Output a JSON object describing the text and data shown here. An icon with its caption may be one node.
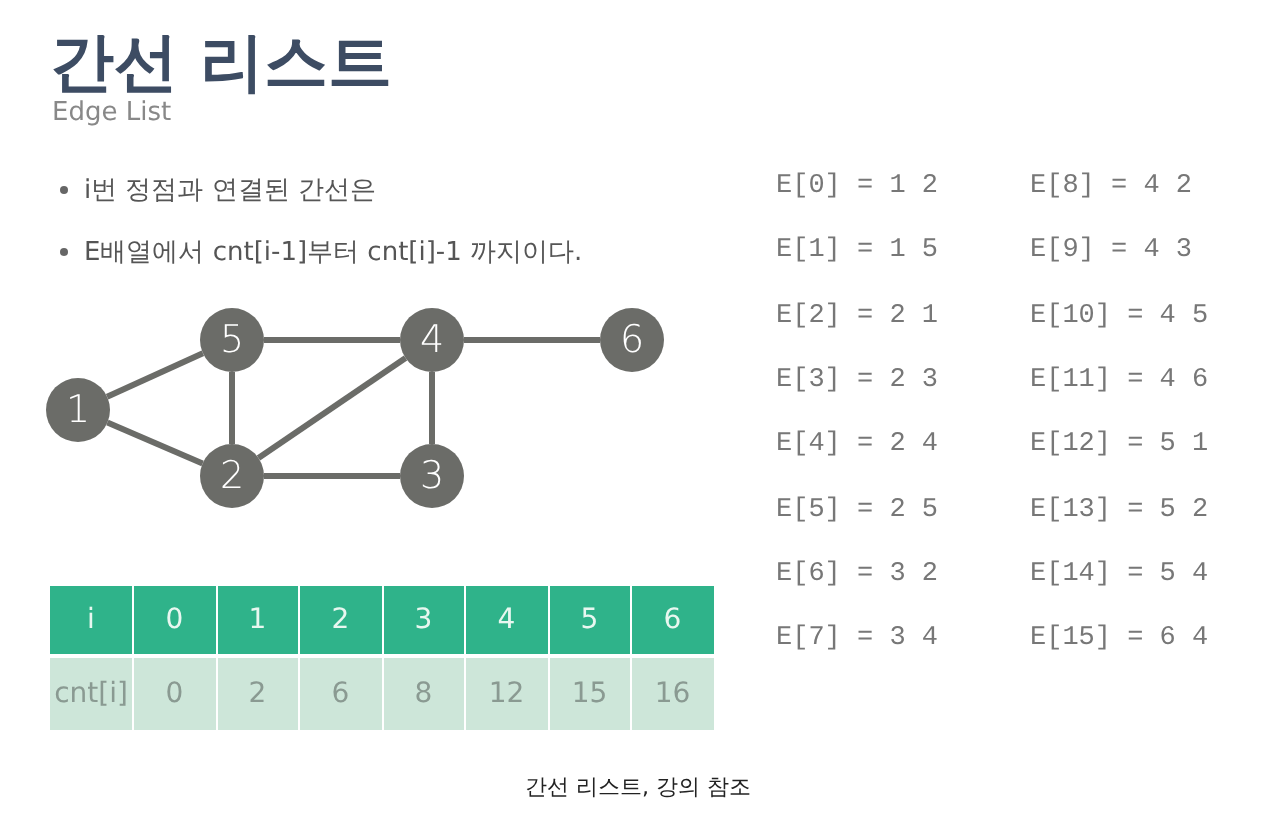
{
  "diagram": {
    "title": "간선 리스트",
    "caption": "간선 리스트, 강의 참조",
    "nodes": [
      {
        "text": [
          "5"
        ]
      },
      {
        "text": [
          "4"
        ]
      },
      {
        "text": [
          "6"
        ]
      },
      {
        "text": [
          "1"
        ]
      },
      {
        "text": [
          "2"
        ]
      },
      {
        "text": [
          "3"
        ]
      }
    ],
    "edges": [
      {
        "from": 3,
        "to": 0,
        "arrow": "none"
      },
      {
        "from": 3,
        "to": 4,
        "arrow": "none"
      },
      {
        "from": 0,
        "to": 1,
        "arrow": "none"
      },
      {
        "from": 1,
        "to": 2,
        "arrow": "none"
      },
      {
        "from": 0,
        "to": 4,
        "arrow": "none"
      },
      {
        "from": 4,
        "to": 1,
        "arrow": "none"
      },
      {
        "from": 1,
        "to": 5,
        "arrow": "none"
      },
      {
        "from": 4,
        "to": 5,
        "arrow": "none"
      }
    ],
    "labels": [
      "Edge List",
      "i번 정점과 연결된 간선은",
      "E배열에서 cnt[i-1]부터 cnt[i]-1 까지이다.",
      "E[0] = 1 2",
      "E[8] = 4 2",
      "E[1] = 1 5",
      "E[9] = 4 3",
      "E[2] = 2 1",
      "E[10] = 4 5",
      "E[3] = 2 3",
      "E[11] = 4 6",
      "E[4] = 2 4",
      "E[12] = 5 1",
      "E[5] = 2 5",
      "E[13] = 5 2",
      "E[6] = 3 2",
      "E[14] = 5 4",
      "E[7] = 3 4",
      "E[15] = 6 4",
      "i",
      "0",
      "1",
      "2",
      "3",
      "4",
      "5",
      "6",
      "cnt[i]",
      "0",
      "2",
      "6",
      "8",
      "12",
      "15",
      "16"
    ]
  }
}
